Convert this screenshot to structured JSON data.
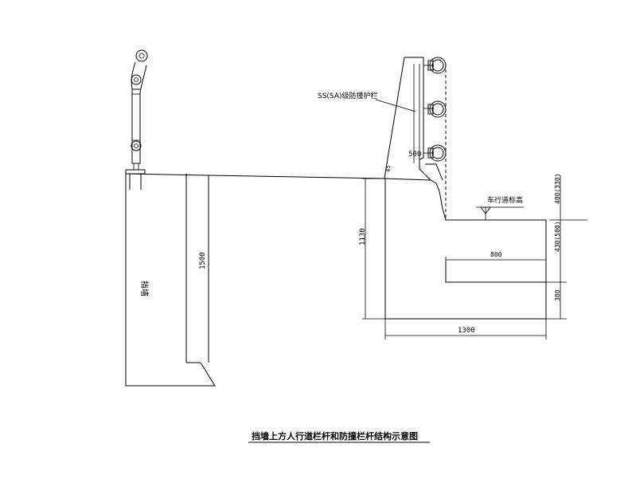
{
  "title": "挡墙上方人行道栏杆和防撞栏杆结构示意图",
  "labels": {
    "retaining_wall": "挡墙",
    "barrier_type": "SS(SA)级防撞护栏",
    "road_level": "车行道标高"
  },
  "dimensions": {
    "wall_height": "1500",
    "barrier_height": "1130",
    "post_spacing": "500",
    "small_dim": "45",
    "top_dim": "400(330)",
    "mid_dim": "430(500)",
    "bottom_dim": "300",
    "toe_width": "800",
    "base_width": "1300"
  },
  "colors": {
    "line": "#000000",
    "background": "#ffffff"
  }
}
